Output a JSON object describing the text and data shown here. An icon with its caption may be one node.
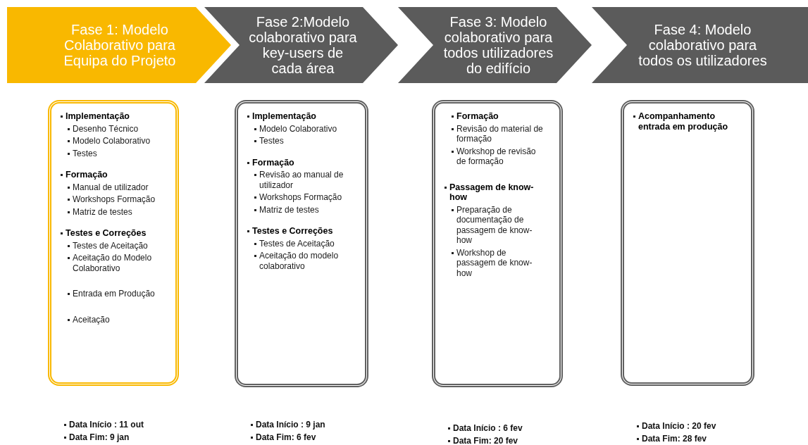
{
  "diagram": {
    "nodes": [
      {
        "text": [
          "Fase 1: Modelo Colaborativo para Equipa do Projeto"
        ]
      },
      {
        "text": [
          "Fase 2:Modelo colaborativo para key-users de cada área"
        ]
      },
      {
        "text": [
          "Fase 3:  Modelo colaborativo para todos utilizadores do edifício"
        ]
      },
      {
        "text": [
          "Fase 4: Modelo colaborativo para todos os utilizadores"
        ]
      },
      {
        "text": [
          "Implementação",
          "Desenho Técnico",
          "Modelo Colaborativo",
          "Testes",
          "Formação",
          "Manual de utilizador",
          "Workshops Formação",
          "Matriz de testes",
          "Testes e Correções",
          "Testes de Aceitação",
          "Aceitação do Modelo Colaborativo",
          "Entrada em Produção",
          "Aceitação"
        ],
        "beside": [
          "Data Início : 11 out",
          "Data Fim: 9 jan"
        ]
      },
      {
        "text": [
          "Implementação",
          "Modelo Colaborativo",
          "Testes",
          "Formação",
          "Revisão ao manual de utilizador",
          "Workshops Formação",
          "Matriz de testes",
          "Testes e Correções",
          "Testes de Aceitação",
          "Aceitação do modelo colaborativo"
        ],
        "beside": [
          "Data Início : 9 jan",
          "Data Fim: 6 fev"
        ]
      },
      {
        "text": [
          "Formação",
          "Revisão do material de formação",
          "Workshop de revisão de formação",
          "Passagem de know-how",
          "Preparação de documentação de passagem de know-how",
          "Workshop de passagem de know-how"
        ],
        "beside": [
          "Data Início : 6 fev",
          "Data Fim: 20 fev"
        ]
      },
      {
        "text": [
          "Acompanhamento entrada em produção"
        ],
        "beside": [
          "Data Início : 20 fev",
          "Data Fim: 28 fev"
        ]
      }
    ]
  }
}
